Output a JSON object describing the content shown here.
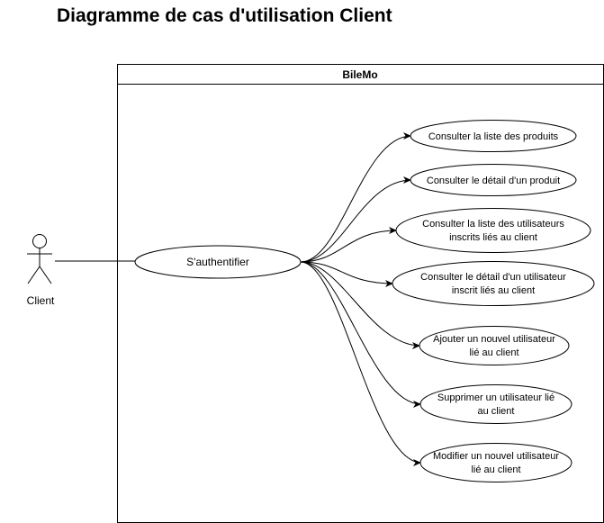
{
  "title": "Diagramme de cas d'utilisation Client",
  "system": {
    "name": "BileMo"
  },
  "actor": {
    "name": "Client"
  },
  "main_use_case": {
    "label": "S'authentifier"
  },
  "use_cases": [
    {
      "id": "uc1",
      "lines": [
        "Consulter la liste des produits"
      ]
    },
    {
      "id": "uc2",
      "lines": [
        "Consulter le détail d'un produit"
      ]
    },
    {
      "id": "uc3",
      "lines": [
        "Consulter la liste des utilisateurs",
        "inscrits liés au client"
      ]
    },
    {
      "id": "uc4",
      "lines": [
        "Consulter le détail d'un utilisateur",
        "inscrit liés au client"
      ]
    },
    {
      "id": "uc5",
      "lines": [
        "Ajouter un nouvel utilisateur",
        "lié au client"
      ]
    },
    {
      "id": "uc6",
      "lines": [
        "Supprimer un utilisateur lié",
        "au client"
      ]
    },
    {
      "id": "uc7",
      "lines": [
        "Modifier un nouvel utilisateur",
        "lié au client"
      ]
    }
  ],
  "colors": {
    "line": "#000000",
    "fill": "#ffffff"
  }
}
